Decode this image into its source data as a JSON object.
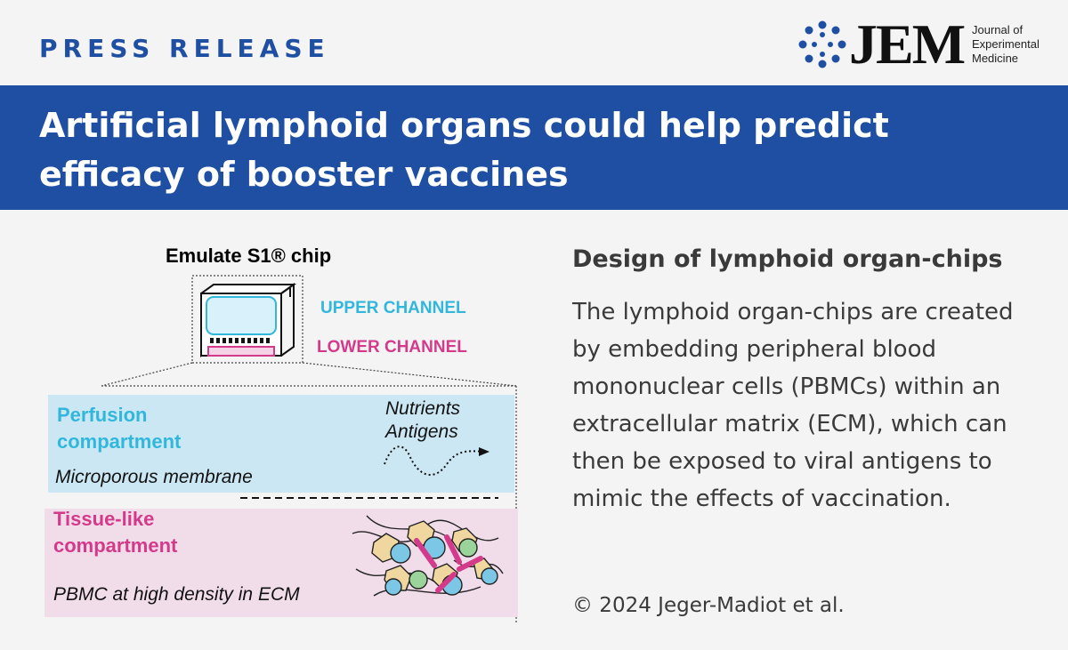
{
  "header": {
    "label": "PRESS RELEASE",
    "journal_abbr": "JEM",
    "journal_name_lines": [
      "Journal of",
      "Experimental",
      "Medicine"
    ]
  },
  "banner": {
    "title": "Artificial lymphoid organs could help predict efficacy of booster vaccines"
  },
  "figure": {
    "chip_title": "Emulate S1® chip",
    "upper_channel": "UPPER CHANNEL",
    "lower_channel": "LOWER CHANNEL",
    "perfusion_label": "Perfusion compartment",
    "nutrients_line1": "Nutrients",
    "nutrients_line2": "Antigens",
    "membrane_label": "Microporous membrane",
    "tissue_label": "Tissue-like compartment",
    "pbmc_label": "PBMC at high density in ECM",
    "colors": {
      "upper": "#31b7dc",
      "lower": "#d43a8a",
      "perfusion_bg": "#cbe7f3",
      "tissue_bg": "#f1dcea"
    }
  },
  "article": {
    "heading": "Design of lymphoid organ-chips",
    "body": "The lymphoid organ-chips are created by embedding peripheral blood mononuclear cells (PBMCs) within an extracellular matrix (ECM), which can then be exposed to viral antigens to mimic the effects of vaccination.",
    "credit": "© 2024 Jeger-Madiot et al."
  },
  "colors": {
    "brand_blue": "#1f4fa3",
    "background": "#f4f4f4"
  }
}
